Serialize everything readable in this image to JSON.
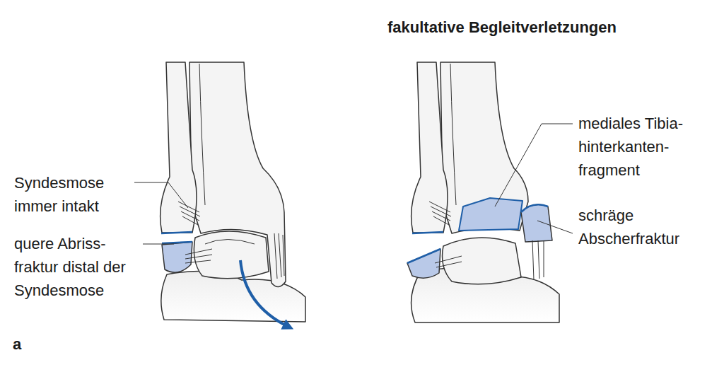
{
  "diagram": {
    "title": "fakultative Begleitverletzungen",
    "labels": [
      "Syndesmose immer intakt",
      "quere Abriss- fraktur distal der Syndesmose",
      "a",
      "mediales Tibia- hinterkanten- fragment",
      "schräge Abscherfraktur"
    ]
  }
}
